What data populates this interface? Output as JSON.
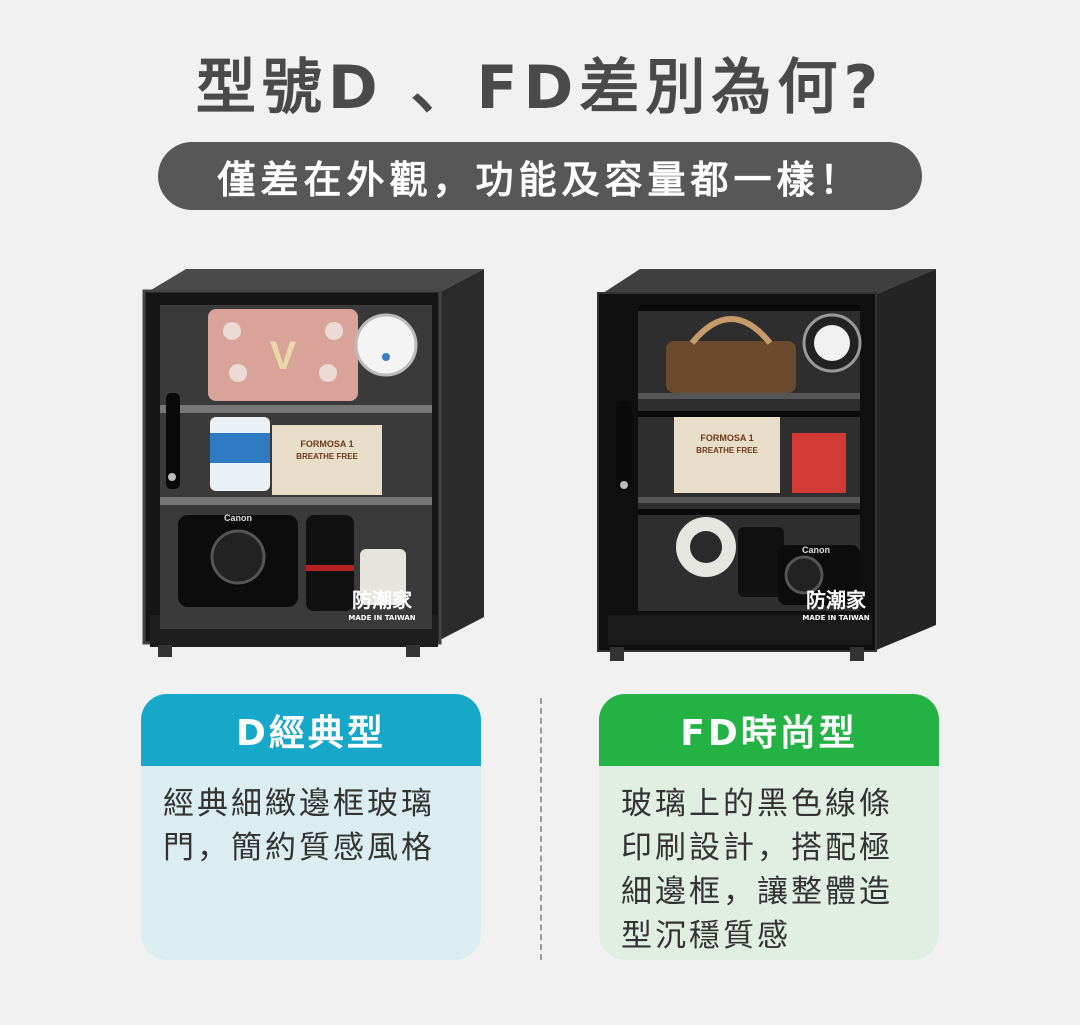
{
  "title": "型號D 、FD差別為何?",
  "subtitle": "僅差在外觀，功能及容量都一樣！",
  "cabinet_labels": {
    "brand": "防潮家",
    "made_in": "MADE IN TAIWAN",
    "camera_brand": "Canon",
    "box_title": "FORMOSA 1",
    "box_subtitle": "BREATHE FREE"
  },
  "cards": {
    "d": {
      "title": "D經典型",
      "lines": [
        "經典細緻邊框玻璃",
        "門，簡約質感風格"
      ]
    },
    "fd": {
      "title": "FD時尚型",
      "lines": [
        "玻璃上的黑色線條",
        "印刷設計，搭配極",
        "細邊框，讓整體造",
        "型沉穩質感"
      ]
    }
  },
  "colors": {
    "d_accent": "#17a7c8",
    "fd_accent": "#25b245",
    "pill": "#575757"
  }
}
